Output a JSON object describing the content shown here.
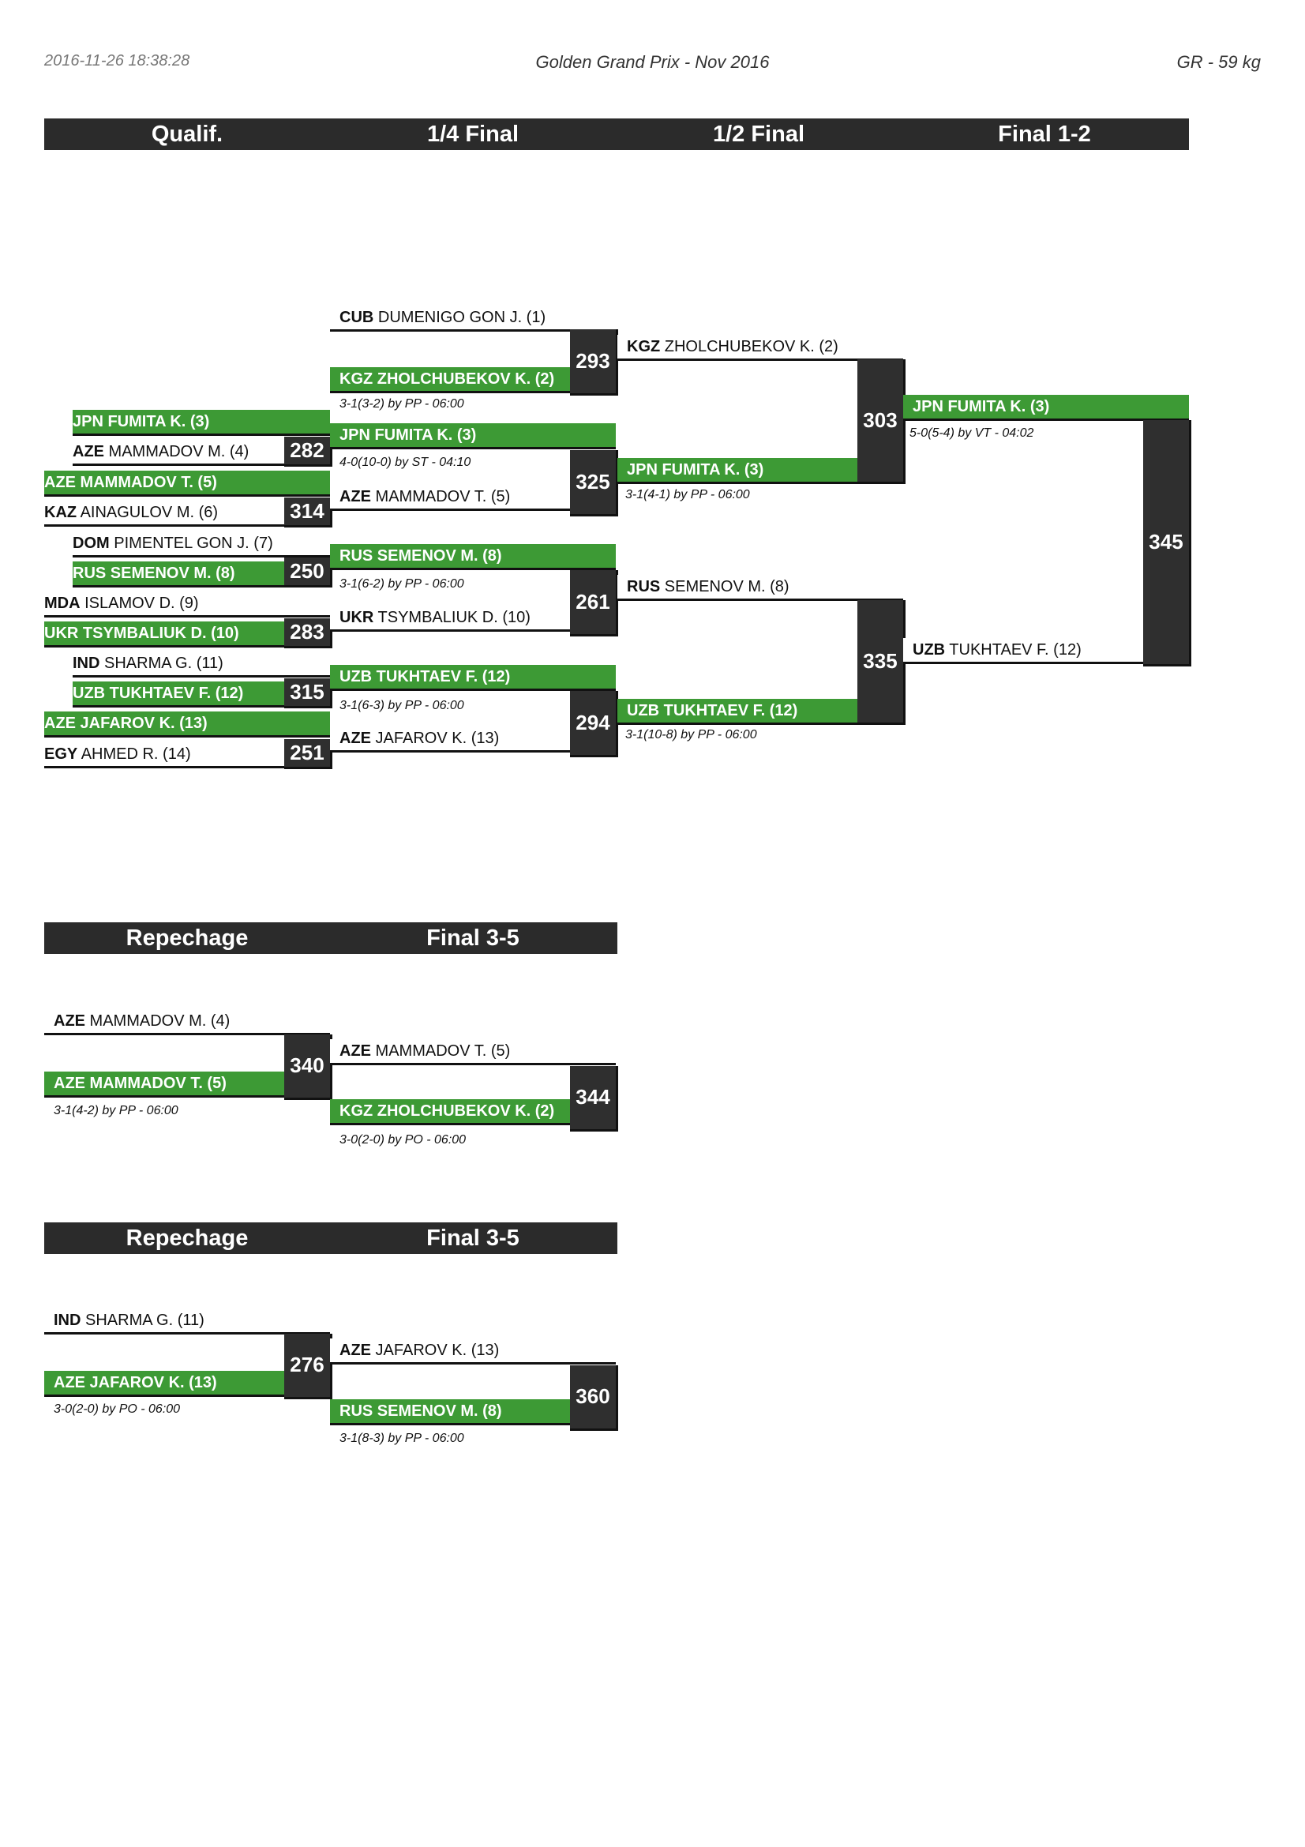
{
  "header": {
    "timestamp": "2016-11-26 18:38:28",
    "event": "Golden Grand Prix - Nov 2016",
    "category": "GR - 59 kg"
  },
  "main_bar": [
    "Qualif.",
    "1/4 Final",
    "1/2 Final",
    "Final 1-2"
  ],
  "repechage_bar": [
    "Repechage",
    "Final 3-5"
  ],
  "qualif": [
    {
      "cc": "JPN",
      "name": "FUMITA K. (3)",
      "w": true
    },
    {
      "cc": "AZE",
      "name": "MAMMADOV M. (4)",
      "w": false
    },
    {
      "cc": "AZE",
      "name": "MAMMADOV T. (5)",
      "w": true
    },
    {
      "cc": "KAZ",
      "name": "AINAGULOV M. (6)",
      "w": false
    },
    {
      "cc": "DOM",
      "name": "PIMENTEL GON J. (7)",
      "w": false
    },
    {
      "cc": "RUS",
      "name": "SEMENOV M. (8)",
      "w": true
    },
    {
      "cc": "MDA",
      "name": "ISLAMOV D. (9)",
      "w": false
    },
    {
      "cc": "UKR",
      "name": "TSYMBALIUK D. (10)",
      "w": true
    },
    {
      "cc": "IND",
      "name": "SHARMA G. (11)",
      "w": false
    },
    {
      "cc": "UZB",
      "name": "TUKHTAEV F. (12)",
      "w": true
    },
    {
      "cc": "AZE",
      "name": "JAFAROV K. (13)",
      "w": true
    },
    {
      "cc": "EGY",
      "name": "AHMED R. (14)",
      "w": false
    }
  ],
  "qualif_nums": [
    "282",
    "314",
    "250",
    "283",
    "315",
    "251"
  ],
  "quarter": [
    {
      "cc": "CUB",
      "name": "DUMENIGO GON J. (1)",
      "w": false
    },
    {
      "cc": "KGZ",
      "name": "ZHOLCHUBEKOV K. (2)",
      "w": true
    },
    {
      "cc": "JPN",
      "name": "FUMITA K. (3)",
      "w": true
    },
    {
      "cc": "AZE",
      "name": "MAMMADOV T. (5)",
      "w": false
    },
    {
      "cc": "RUS",
      "name": "SEMENOV M. (8)",
      "w": true
    },
    {
      "cc": "UKR",
      "name": "TSYMBALIUK D. (10)",
      "w": false
    },
    {
      "cc": "UZB",
      "name": "TUKHTAEV F. (12)",
      "w": true
    },
    {
      "cc": "AZE",
      "name": "JAFAROV K. (13)",
      "w": false
    }
  ],
  "quarter_nums": [
    "293",
    "325",
    "261",
    "294"
  ],
  "quarter_res": [
    "3-1(3-2) by PP - 06:00",
    "4-0(10-0) by ST - 04:10",
    "3-1(6-2) by PP - 06:00",
    "3-1(6-3) by PP - 06:00"
  ],
  "semi": [
    {
      "cc": "KGZ",
      "name": "ZHOLCHUBEKOV K. (2)",
      "w": false
    },
    {
      "cc": "JPN",
      "name": "FUMITA K. (3)",
      "w": true
    },
    {
      "cc": "RUS",
      "name": "SEMENOV M. (8)",
      "w": false
    },
    {
      "cc": "UZB",
      "name": "TUKHTAEV F. (12)",
      "w": true
    }
  ],
  "semi_nums": [
    "303",
    "335"
  ],
  "semi_res": [
    "3-1(4-1) by PP - 06:00",
    "3-1(10-8) by PP - 06:00"
  ],
  "final": [
    {
      "cc": "JPN",
      "name": "FUMITA K. (3)",
      "w": true
    },
    {
      "cc": "UZB",
      "name": "TUKHTAEV F. (12)",
      "w": false
    }
  ],
  "final_num": "345",
  "final_res": "5-0(5-4) by VT - 04:02",
  "rep1": {
    "a": {
      "cc": "AZE",
      "name": "MAMMADOV M. (4)",
      "w": false
    },
    "b": {
      "cc": "AZE",
      "name": "MAMMADOV T. (5)",
      "w": true
    },
    "num1": "340",
    "res1": "3-1(4-2) by PP - 06:00",
    "c": {
      "cc": "AZE",
      "name": "MAMMADOV T. (5)",
      "w": false
    },
    "d": {
      "cc": "KGZ",
      "name": "ZHOLCHUBEKOV K. (2)",
      "w": true
    },
    "num2": "344",
    "res2": "3-0(2-0) by PO - 06:00"
  },
  "rep2": {
    "a": {
      "cc": "IND",
      "name": "SHARMA G. (11)",
      "w": false
    },
    "b": {
      "cc": "AZE",
      "name": "JAFAROV K. (13)",
      "w": true
    },
    "num1": "276",
    "res1": "3-0(2-0) by PO - 06:00",
    "c": {
      "cc": "AZE",
      "name": "JAFAROV K. (13)",
      "w": false
    },
    "d": {
      "cc": "RUS",
      "name": "SEMENOV M. (8)",
      "w": true
    },
    "num2": "360",
    "res2": "3-1(8-3) by PP - 06:00"
  },
  "colors": {
    "winner": "#3d9a35",
    "bar": "#2b2b2b",
    "number_box": "#2f2f2f"
  }
}
